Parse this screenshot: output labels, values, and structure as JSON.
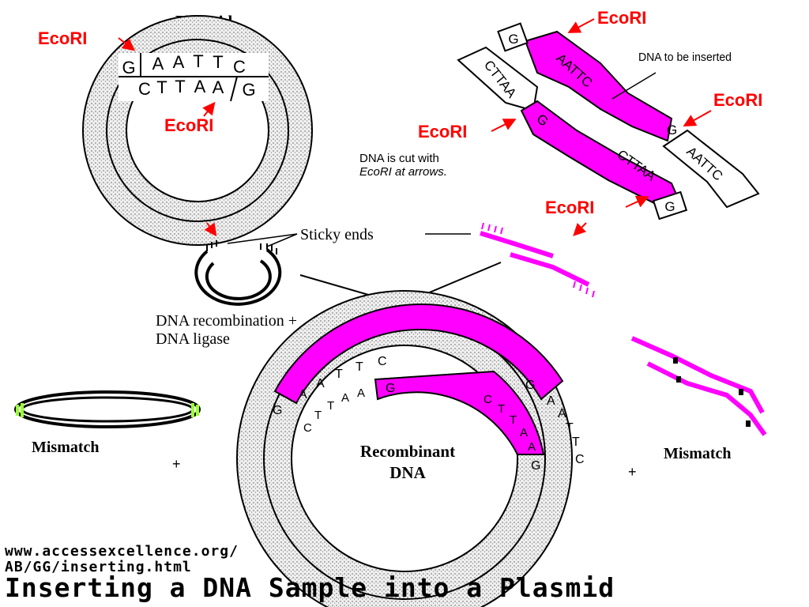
{
  "plasmid": {
    "title": "Plasmid",
    "ecori_top": "EcoRI",
    "ecori_inner": "EcoRI",
    "top_strand": [
      "G",
      "A",
      "A",
      "T",
      "T",
      "C"
    ],
    "bottom_strand": [
      "C",
      "T",
      "T",
      "A",
      "A",
      "G"
    ]
  },
  "insert": {
    "ecori_labels": [
      "EcoRI",
      "EcoRI",
      "EcoRI",
      "EcoRI"
    ],
    "upper_g": "G",
    "upper_strand": "AATTC",
    "upper_right_g": "G",
    "upper_right_ext": "AATTC",
    "lower_left": "CTTAA",
    "lower_g": "G",
    "lower_strand": "CTTAA",
    "lower_end_g": "G",
    "label": "DNA to be inserted",
    "cut_note_1": "DNA is cut with",
    "cut_note_2": "EcoRI at arrows."
  },
  "middle": {
    "sticky_ends": "Sticky ends",
    "recombination": "DNA recombination +",
    "ligase": "DNA ligase"
  },
  "recombinant": {
    "label_1": "Recombinant",
    "label_2": "DNA",
    "outer_left": [
      "A",
      "A",
      "T",
      "T",
      "C"
    ],
    "inner_left": [
      "C",
      "T",
      "T",
      "A",
      "A"
    ],
    "left_g": "G",
    "insert_g": "G",
    "insert_right_g": "G",
    "inner_right": [
      "C",
      "T",
      "T",
      "A",
      "A"
    ],
    "outer_right": [
      "A",
      "A",
      "T",
      "T",
      "C"
    ],
    "right_g": "G"
  },
  "mismatch": {
    "left": "Mismatch",
    "right": "Mismatch",
    "plus": "+"
  },
  "footer": {
    "url": "www.accessexcellence.org/\nAB/GG/inserting.html",
    "title": "Inserting a DNA Sample into a Plasmid"
  },
  "colors": {
    "magenta": "#ff00ff",
    "red": "#ff0000",
    "stipple": "#d9d9d9",
    "green": "#99ff33"
  }
}
